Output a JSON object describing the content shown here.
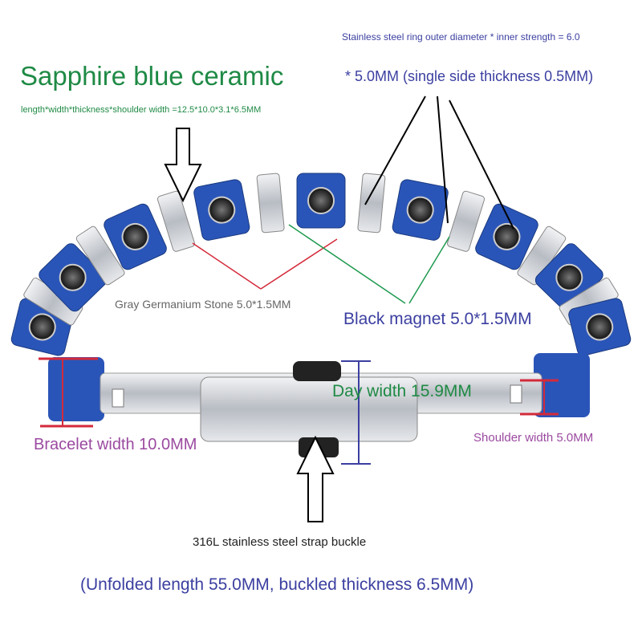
{
  "title": "Sapphire blue ceramic",
  "dimensions": "length*width*thickness*shoulder width =12.5*10.0*3.1*6.5MM",
  "ring_spec_line1": "Stainless steel ring outer diameter * inner strength = 6.0",
  "ring_spec_line2": "* 5.0MM (single side thickness 0.5MM)",
  "germanium_label": "Gray Germanium Stone 5.0*1.5MM",
  "magnet_label": "Black magnet 5.0*1.5MM",
  "day_width_label": "Day width 15.9MM",
  "bracelet_width_label": "Bracelet width 10.0MM",
  "shoulder_width_label": "Shoulder width 5.0MM",
  "buckle_label": "316L stainless steel strap buckle",
  "footer": "(Unfolded length 55.0MM, buckled thickness 6.5MM)",
  "colors": {
    "green": "#1f8a45",
    "blue": "#3b3fa0",
    "purple": "#9b4aa0",
    "red": "#d42a3a",
    "ceramic": "#2a55b8",
    "steel": "#c8ccd2"
  }
}
